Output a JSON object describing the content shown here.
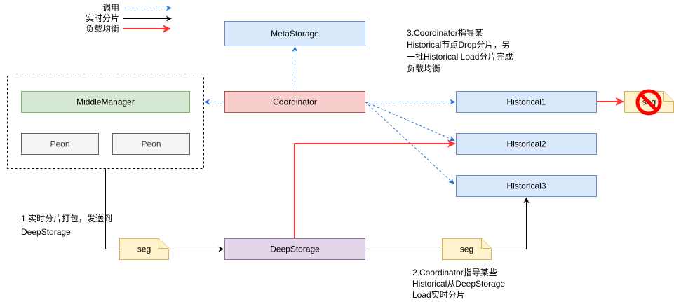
{
  "legend": {
    "call": {
      "label": "调用",
      "color": "#1c6fd6"
    },
    "realtime": {
      "label": "实时分片",
      "color": "#000000"
    },
    "balance": {
      "label": "负载均衡",
      "color": "#ff3333"
    }
  },
  "nodes": {
    "meta_storage": {
      "label": "MetaStorage"
    },
    "coordinator": {
      "label": "Coordinator"
    },
    "middle_manager": {
      "label": "MiddleManager"
    },
    "peon_1": {
      "label": "Peon"
    },
    "peon_2": {
      "label": "Peon"
    },
    "historical_1": {
      "label": "Historical1"
    },
    "historical_2": {
      "label": "Historical2"
    },
    "historical_3": {
      "label": "Historical3"
    },
    "deep_storage": {
      "label": "DeepStorage"
    },
    "seg_to_deep_storage": {
      "label": "seg"
    },
    "seg_to_historical": {
      "label": "seg"
    },
    "seg_dropped": {
      "label": "seg",
      "icon": "ban-icon",
      "icon_color": "#ff0000"
    }
  },
  "annotations": {
    "step1": {
      "lines": [
        "1.实时分片打包，发送到",
        "DeepStorage"
      ]
    },
    "step2": {
      "lines": [
        "2.Coordinator指导某些",
        "Historical从DeepStorage",
        "Load实时分片"
      ]
    },
    "step3": {
      "lines": [
        "3.Coordinator指导某",
        "Historical节点Drop分片，另",
        "一批Historical Load分片完成",
        "负载均衡"
      ]
    }
  }
}
